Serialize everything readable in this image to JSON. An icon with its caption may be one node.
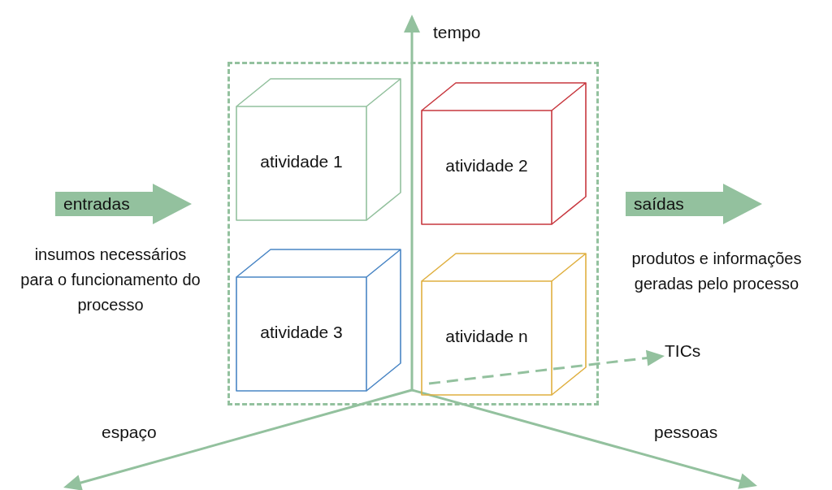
{
  "diagram": {
    "nodes": [
      {
        "text": [],
        "shape": "box"
      },
      {
        "text": [
          "atividade 1"
        ],
        "in": 0
      },
      {
        "text": [
          "atividade 2"
        ],
        "in": 0
      },
      {
        "text": [
          "atividade 3"
        ],
        "in": 0
      },
      {
        "text": [
          "atividade n"
        ],
        "in": 0
      },
      {
        "text": [
          "entradas"
        ],
        "beside": [
          "insumos necessários para o funcionamento do processo"
        ]
      },
      {
        "text": [
          "saídas"
        ],
        "beside": [
          "produtos e informações geradas pelo processo"
        ]
      }
    ],
    "labels": [
      "tempo",
      "TICs",
      "espaço",
      "pessoas"
    ]
  }
}
